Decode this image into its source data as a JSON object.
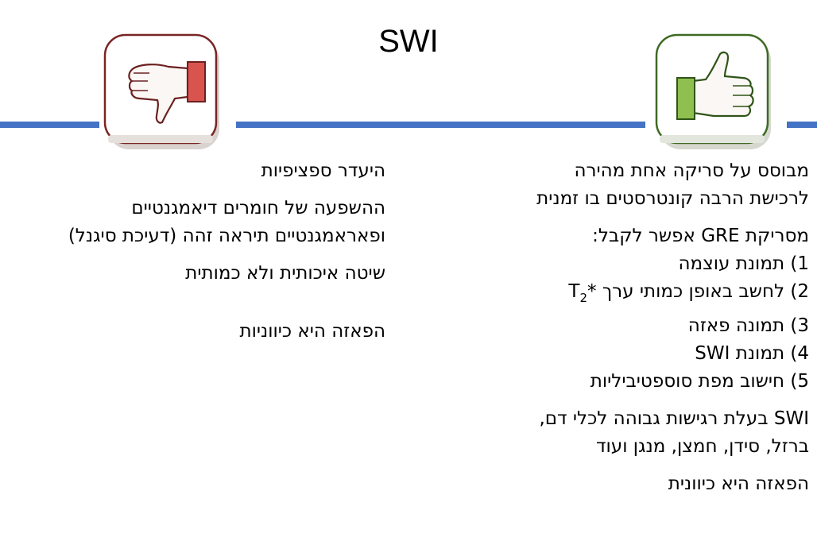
{
  "slide": {
    "title": "SWI",
    "pros": {
      "p1_l1": "מבוסס על סריקה אחת מהירה",
      "p1_l2": "לרכישת הרבה קונטרסטים בו זמנית",
      "p2_l1": "מסריקת GRE אפשר לקבל:",
      "items": [
        "1) תמונת עוצמה",
        "2) לחשב באופן כמותי ערך ",
        "3) תמונה פאזה",
        "4) תמונת SWI",
        "5) חישוב מפת סוספטיביליות"
      ],
      "t2_base": "T",
      "t2_sub": "2",
      "t2_star": "*",
      "p3_l1": "SWI בעלת רגישות גבוהה לכלי דם,",
      "p3_l2": "ברזל, סידן, חמצן, מנגן ועוד",
      "p4": "הפאזה היא כיוונית"
    },
    "cons": {
      "c1": "היעדר ספציפיות",
      "c2_l1": "ההשפעה של חומרים דיאמגנטיים",
      "c2_l2": "ופאראמגנטיים תיראה זהה (דעיכת סיגנל)",
      "c3": "שיטה איכותית ולא כמותית",
      "c4": "הפאזה היא כיווניות"
    },
    "colors": {
      "bar": "#4472c4",
      "thumbs_up_cuff": "#8fbf4f",
      "thumbs_down_cuff": "#d9534f"
    },
    "icons": [
      "thumbs-up-icon",
      "thumbs-down-icon"
    ]
  }
}
